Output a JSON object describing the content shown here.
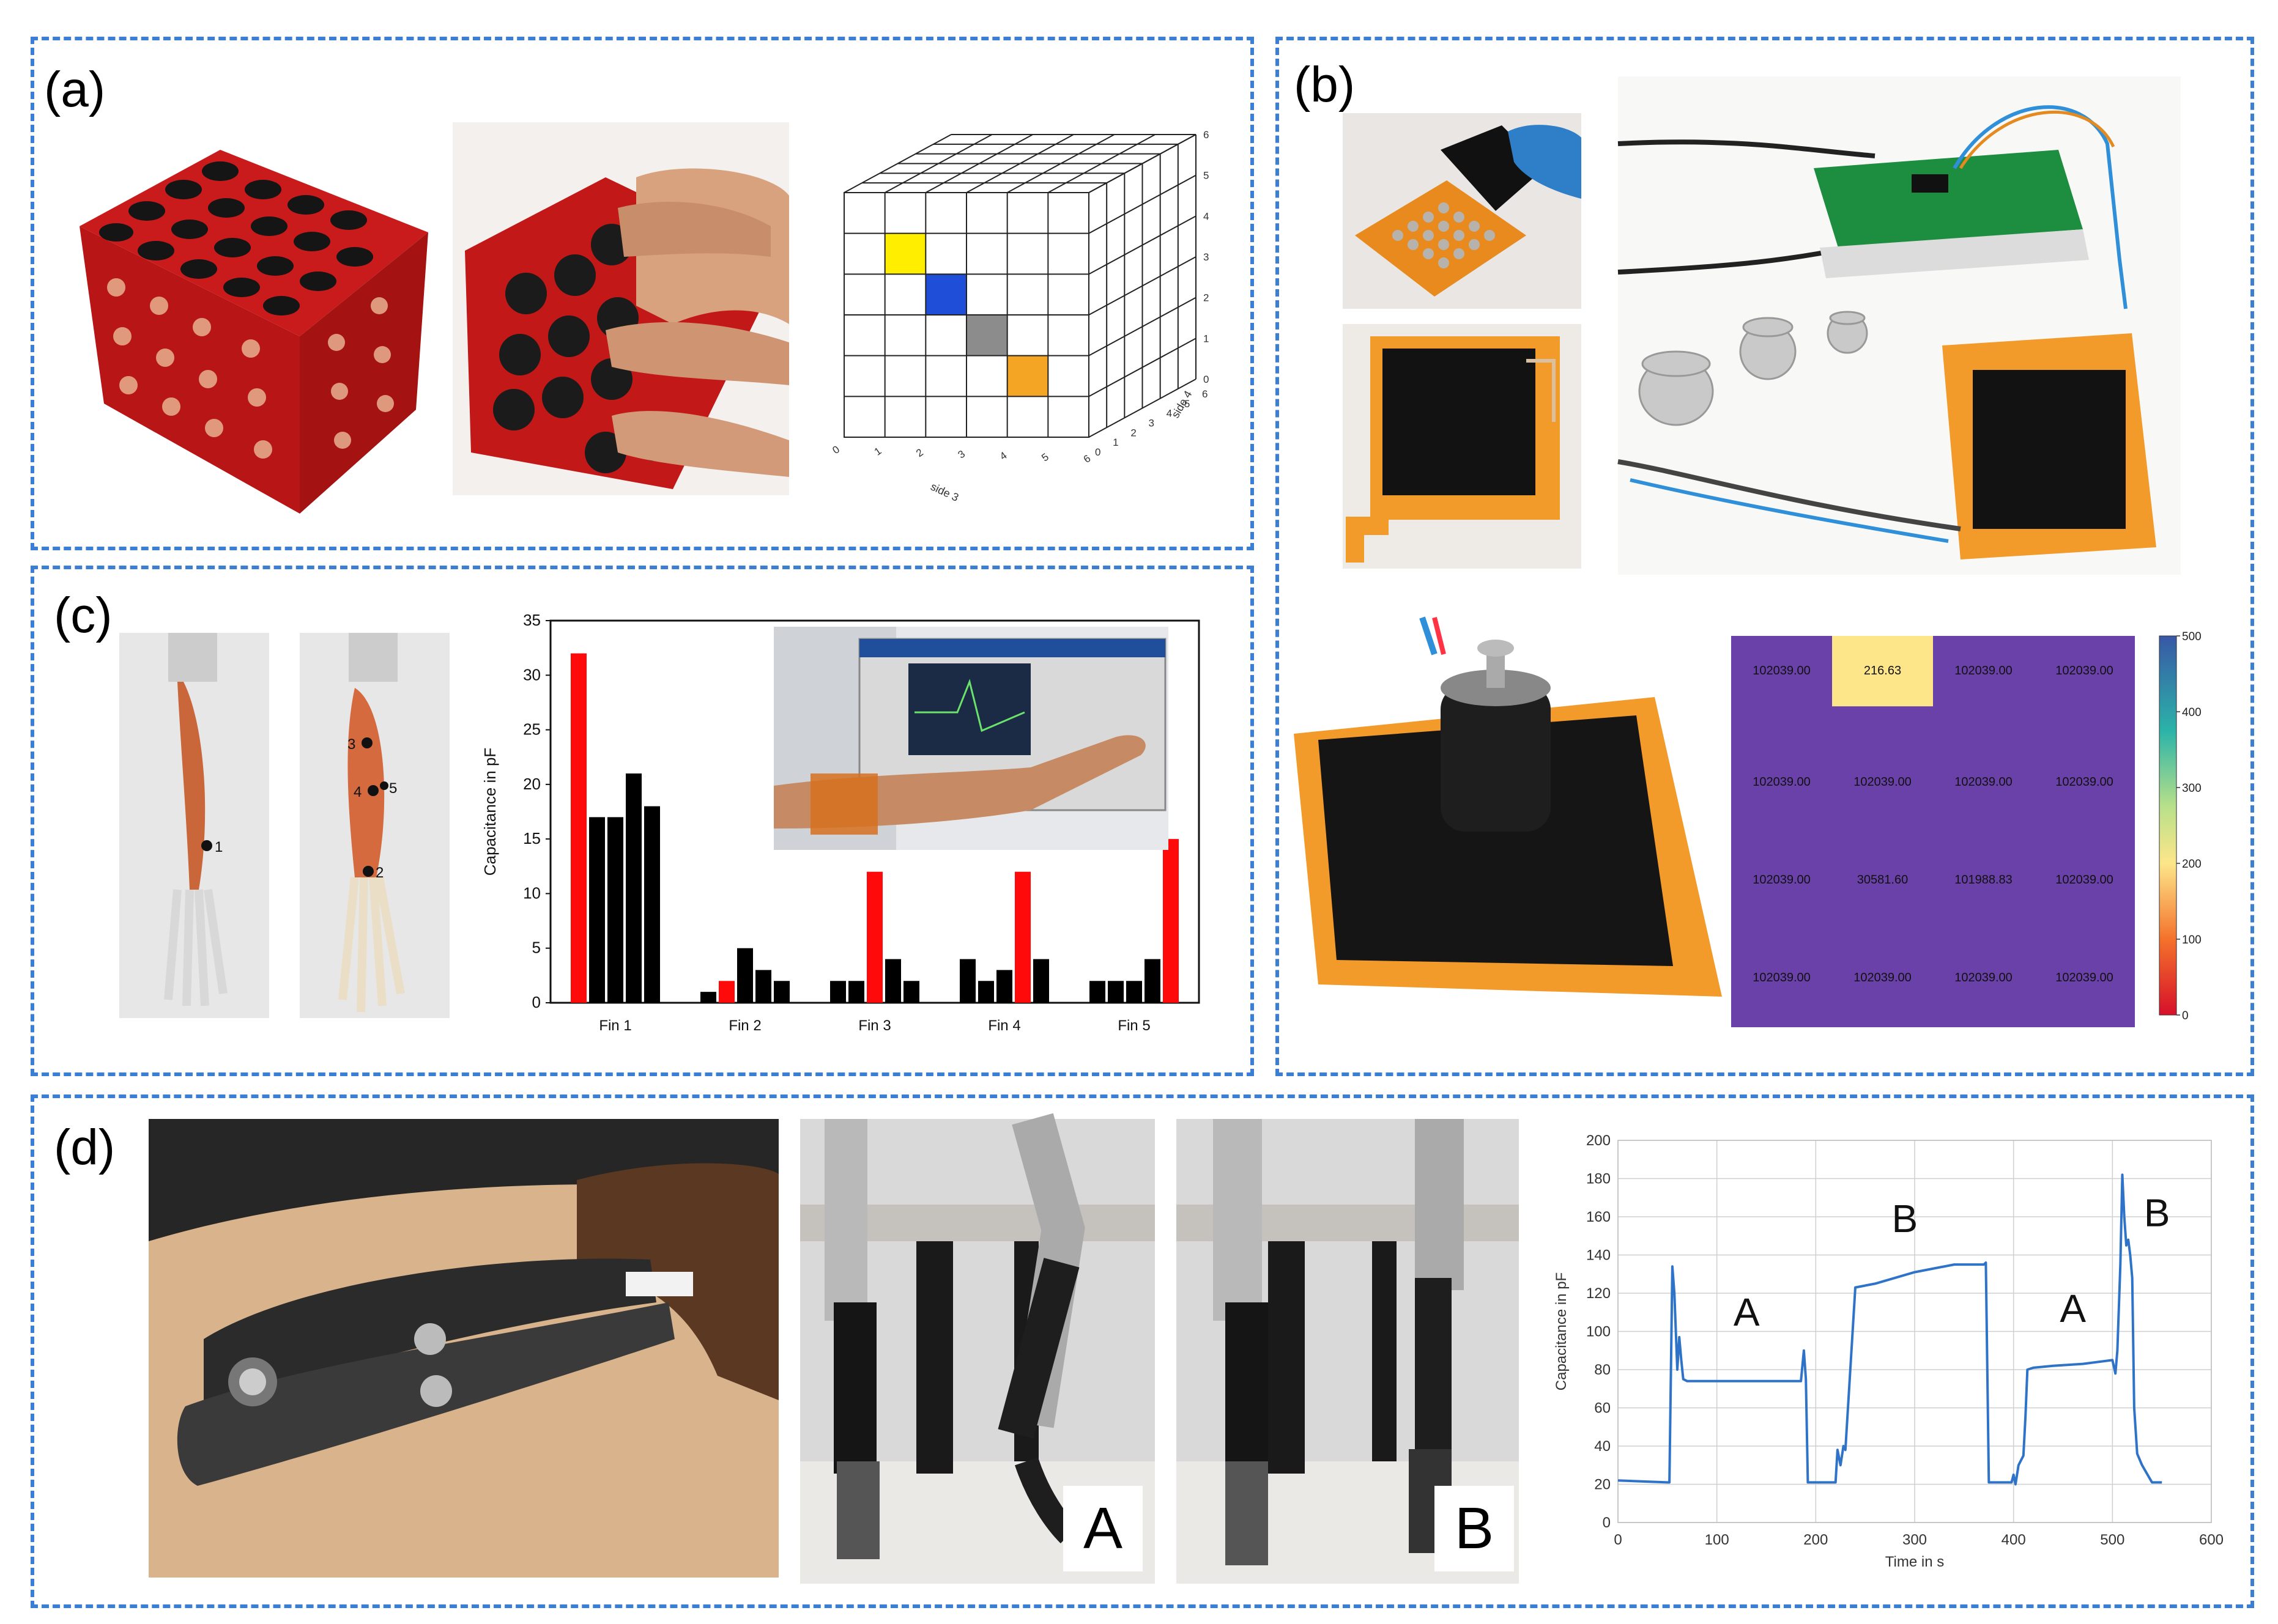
{
  "panels": {
    "a": {
      "label": "(a)"
    },
    "b": {
      "label": "(b)"
    },
    "c": {
      "label": "(c)"
    },
    "d": {
      "label": "(d)"
    }
  },
  "cube3d": {
    "grid": 6,
    "ticks": [
      "0",
      "1",
      "2",
      "3",
      "4",
      "5",
      "6"
    ],
    "side3_label": "side 3",
    "side4_label": "side 4",
    "highlights": [
      {
        "row": 1,
        "col": 1,
        "color": "#ffee00"
      },
      {
        "row": 2,
        "col": 2,
        "color": "#1f4fd8"
      },
      {
        "row": 3,
        "col": 3,
        "color": "#8c8c8c"
      },
      {
        "row": 4,
        "col": 4,
        "color": "#f5a524"
      }
    ]
  },
  "heatmap": {
    "cells": [
      [
        "102039.00",
        "216.63",
        "102039.00",
        "102039.00"
      ],
      [
        "102039.00",
        "102039.00",
        "102039.00",
        "102039.00"
      ],
      [
        "102039.00",
        "30581.60",
        "101988.83",
        "102039.00"
      ],
      [
        "102039.00",
        "102039.00",
        "102039.00",
        "102039.00"
      ]
    ],
    "highlight": {
      "row": 0,
      "col": 1,
      "color": "#fde68a"
    },
    "base_color": "#6a41a8",
    "colorbar_ticks": [
      "500",
      "400",
      "300",
      "200",
      "100",
      "0"
    ]
  },
  "muscle": {
    "points_left": [
      "1"
    ],
    "points_right": [
      "3",
      "4",
      "5",
      "2"
    ]
  },
  "photo_badges": {
    "a": "A",
    "b": "B"
  },
  "chart_data": [
    {
      "type": "bar",
      "title": "",
      "xlabel": "",
      "ylabel": "Capacitance in pF",
      "ylim": [
        0,
        35
      ],
      "yticks": [
        "0",
        "5",
        "10",
        "15",
        "20",
        "25",
        "30",
        "35"
      ],
      "categories": [
        "Fin 1",
        "Fin 2",
        "Fin 3",
        "Fin 4",
        "Fin 5"
      ],
      "groups": [
        [
          {
            "v": 32,
            "c": "red"
          },
          {
            "v": 17,
            "c": "black"
          },
          {
            "v": 17,
            "c": "black"
          },
          {
            "v": 21,
            "c": "black"
          },
          {
            "v": 18,
            "c": "black"
          }
        ],
        [
          {
            "v": 1,
            "c": "black"
          },
          {
            "v": 2,
            "c": "red"
          },
          {
            "v": 5,
            "c": "black"
          },
          {
            "v": 3,
            "c": "black"
          },
          {
            "v": 2,
            "c": "black"
          }
        ],
        [
          {
            "v": 2,
            "c": "black"
          },
          {
            "v": 2,
            "c": "black"
          },
          {
            "v": 12,
            "c": "red"
          },
          {
            "v": 4,
            "c": "black"
          },
          {
            "v": 2,
            "c": "black"
          }
        ],
        [
          {
            "v": 4,
            "c": "black"
          },
          {
            "v": 2,
            "c": "black"
          },
          {
            "v": 3,
            "c": "black"
          },
          {
            "v": 12,
            "c": "red"
          },
          {
            "v": 4,
            "c": "black"
          }
        ],
        [
          {
            "v": 2,
            "c": "black"
          },
          {
            "v": 2,
            "c": "black"
          },
          {
            "v": 2,
            "c": "black"
          },
          {
            "v": 4,
            "c": "black"
          },
          {
            "v": 15,
            "c": "red"
          }
        ]
      ]
    },
    {
      "type": "line",
      "title": "",
      "xlabel": "Time in s",
      "ylabel": "Capacitance in pF",
      "xlim": [
        0,
        600
      ],
      "ylim": [
        0,
        200
      ],
      "xticks": [
        "0",
        "100",
        "200",
        "300",
        "400",
        "500",
        "600"
      ],
      "yticks": [
        "0",
        "20",
        "40",
        "60",
        "80",
        "100",
        "120",
        "140",
        "160",
        "180",
        "200"
      ],
      "series": [
        {
          "name": "",
          "color": "#2f73c9",
          "x": [
            0,
            50,
            52,
            55,
            57,
            60,
            62,
            64,
            66,
            70,
            80,
            100,
            150,
            185,
            188,
            190,
            192,
            195,
            200,
            210,
            218,
            220,
            222,
            225,
            228,
            230,
            240,
            260,
            300,
            340,
            370,
            372,
            375,
            380,
            390,
            398,
            400,
            402,
            405,
            410,
            412,
            414,
            420,
            440,
            470,
            500,
            503,
            505,
            508,
            510,
            512,
            514,
            516,
            518,
            520,
            522,
            525,
            530,
            540,
            550
          ],
          "y": [
            22,
            21,
            21,
            134,
            120,
            80,
            97,
            85,
            75,
            74,
            74,
            74,
            74,
            74,
            90,
            75,
            21,
            21,
            21,
            21,
            21,
            21,
            38,
            30,
            40,
            38,
            123,
            125,
            131,
            135,
            135,
            136,
            21,
            21,
            21,
            21,
            25,
            20,
            30,
            35,
            55,
            80,
            81,
            82,
            83,
            85,
            78,
            90,
            135,
            182,
            160,
            145,
            148,
            140,
            128,
            60,
            36,
            30,
            21,
            21
          ]
        }
      ],
      "annotations": [
        {
          "label": "A",
          "x": 130,
          "y": 103
        },
        {
          "label": "B",
          "x": 290,
          "y": 152
        },
        {
          "label": "A",
          "x": 460,
          "y": 105
        },
        {
          "label": "B",
          "x": 545,
          "y": 155
        }
      ]
    }
  ]
}
